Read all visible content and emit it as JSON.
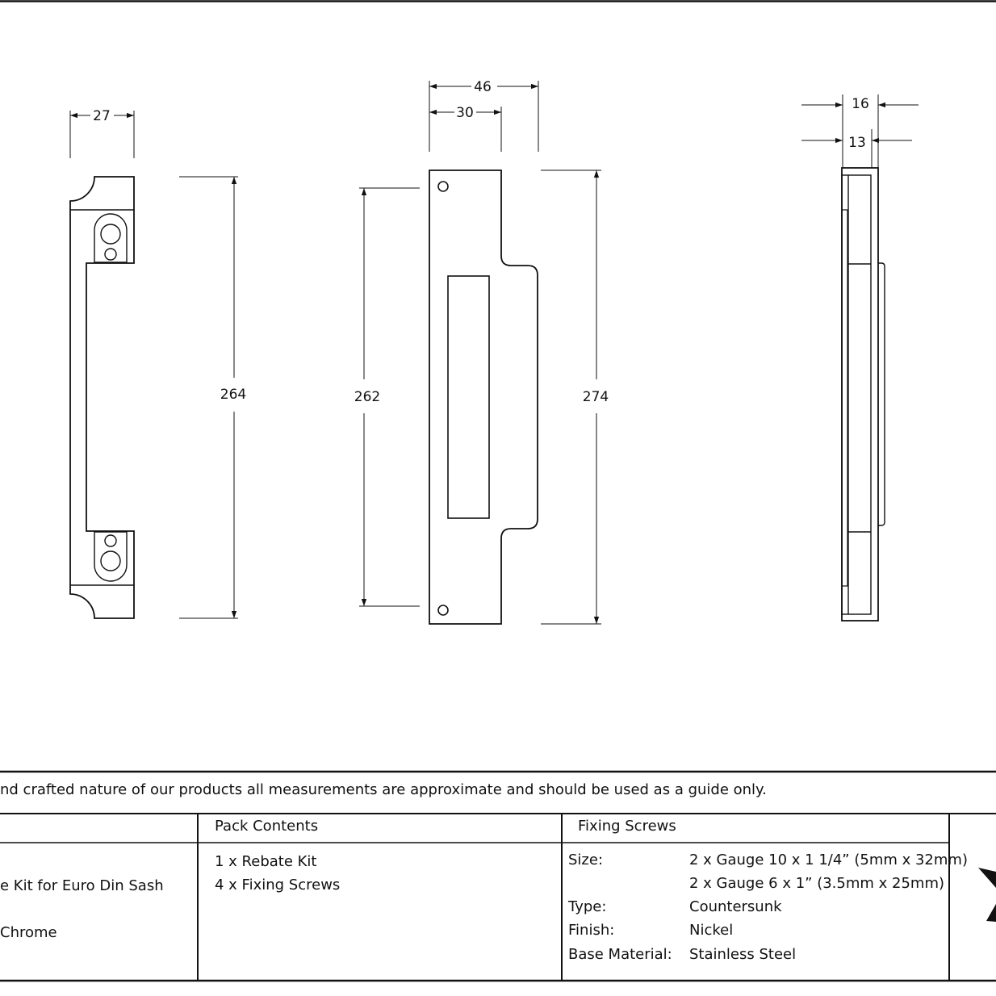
{
  "dimensions": {
    "left_width": "27",
    "left_height": "264",
    "mid_outer_width": "46",
    "mid_inner_width": "30",
    "mid_hole_spacing": "262",
    "mid_height": "274",
    "right_outer_depth": "16",
    "right_inner_depth": "13"
  },
  "note": "nd crafted nature of our products all measurements are approximate and should be used as a guide only.",
  "table": {
    "product": {
      "line1": "e Kit for Euro Din Sash",
      "line2": "Chrome"
    },
    "pack": {
      "header": "Pack Contents",
      "items": [
        "1 x Rebate Kit",
        "4 x Fixing Screws"
      ]
    },
    "screws": {
      "header": "Fixing Screws",
      "size_label": "Size:",
      "size_values": [
        "2 x Gauge 10 x 1 1/4” (5mm x 32mm)",
        "2 x Gauge 6 x 1” (3.5mm x 25mm)"
      ],
      "type_label": "Type:",
      "type_value": "Countersunk",
      "finish_label": "Finish:",
      "finish_value": "Nickel",
      "material_label": "Base Material:",
      "material_value": "Stainless Steel"
    }
  }
}
